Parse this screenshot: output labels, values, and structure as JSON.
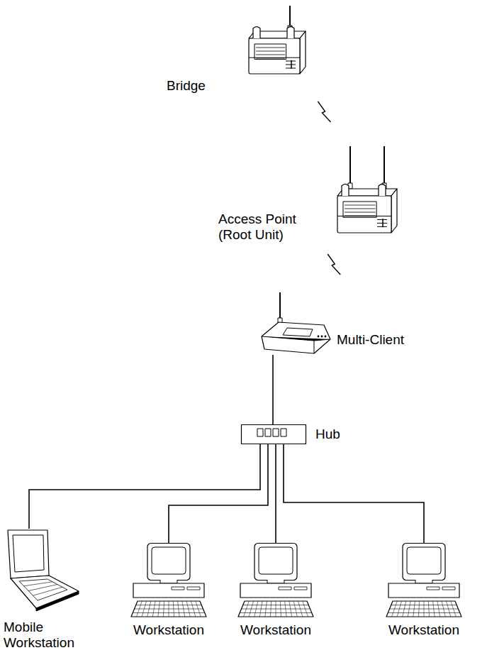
{
  "diagram": {
    "nodes": [
      {
        "text": [
          "Bridge"
        ]
      },
      {
        "text": [
          "Access Point (Root Unit)"
        ]
      },
      {
        "text": [
          "Multi-Client"
        ]
      },
      {
        "text": [
          "Hub"
        ]
      },
      {
        "text": [
          "Mobile Workstation"
        ]
      },
      {
        "text": [
          "Workstation"
        ]
      },
      {
        "text": [
          "Workstation"
        ]
      },
      {
        "text": [
          "Workstation"
        ]
      }
    ],
    "edges": [
      {
        "from": 0,
        "to": 1,
        "arrow": "none"
      },
      {
        "from": 1,
        "to": 2,
        "arrow": "none"
      },
      {
        "from": 2,
        "to": 3,
        "arrow": "none"
      },
      {
        "from": 3,
        "to": 4,
        "arrow": "none"
      },
      {
        "from": 3,
        "to": 5,
        "arrow": "none"
      },
      {
        "from": 3,
        "to": 6,
        "arrow": "none"
      },
      {
        "from": 3,
        "to": 7,
        "arrow": "none"
      }
    ]
  }
}
